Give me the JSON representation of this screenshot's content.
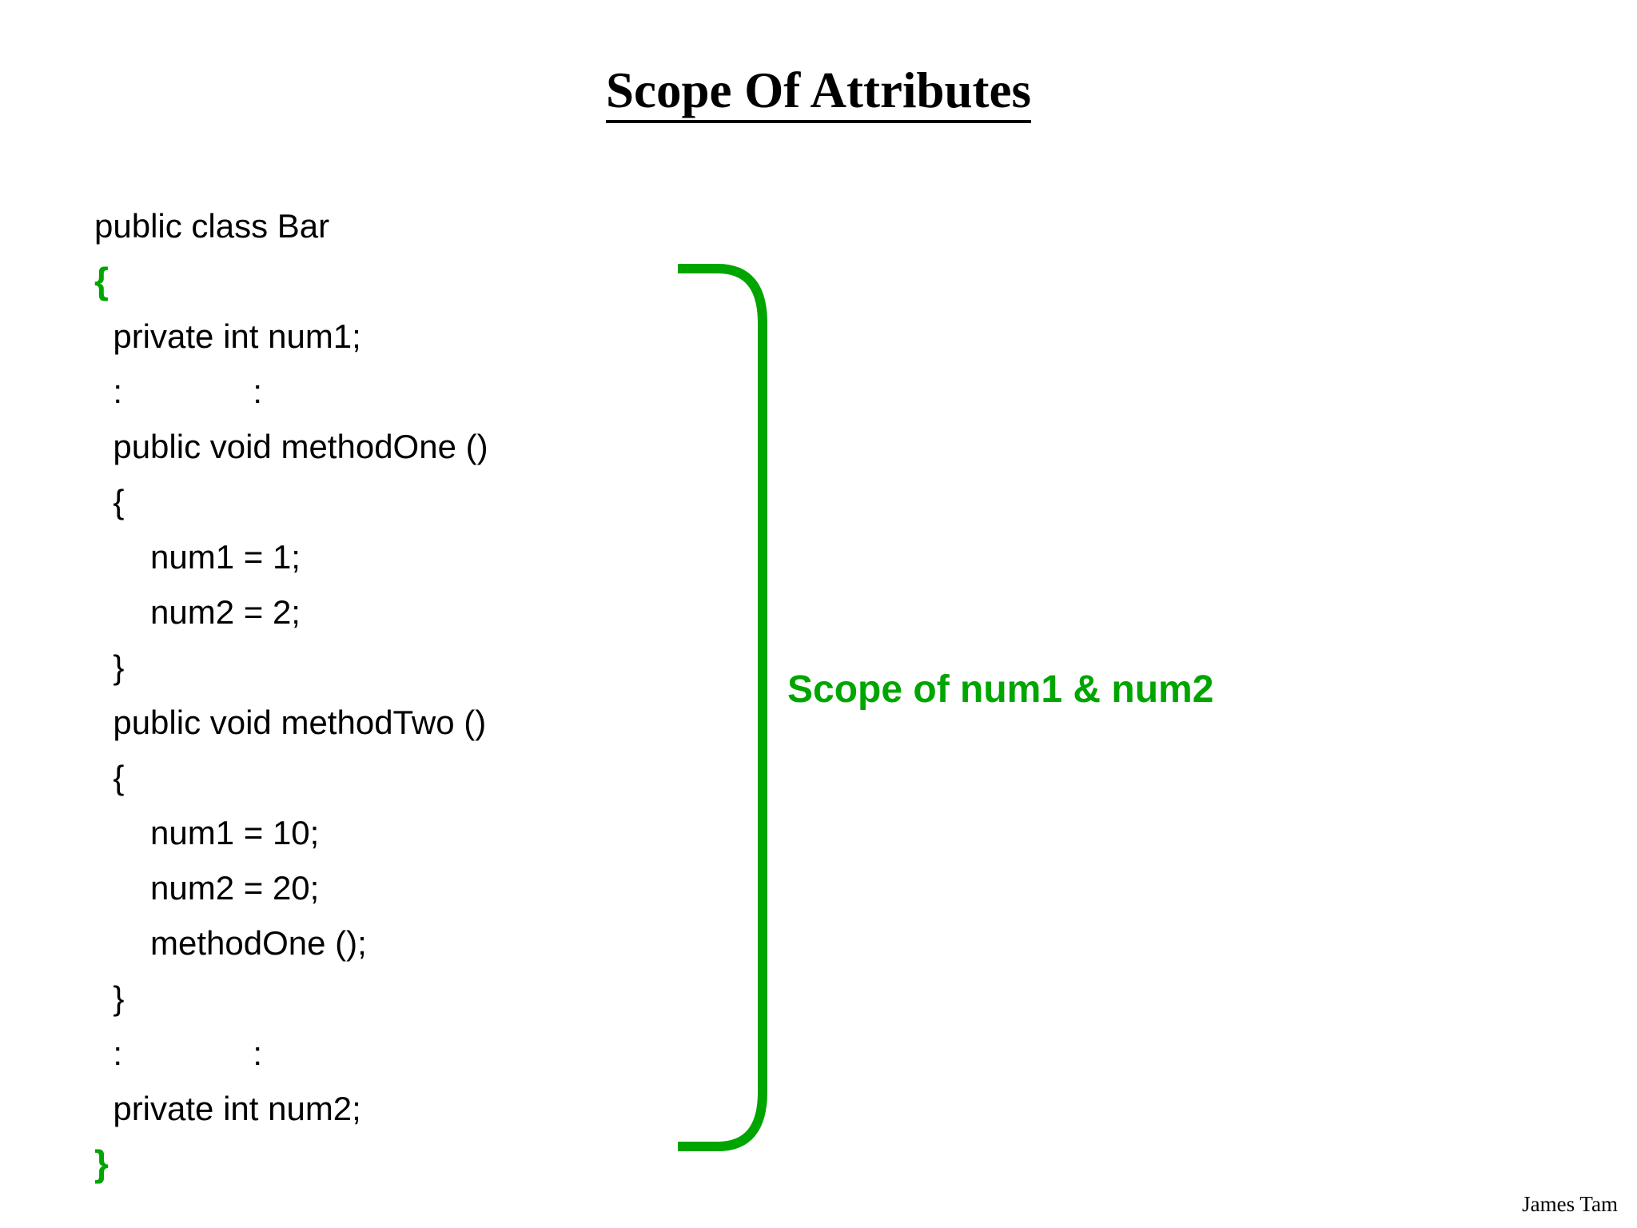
{
  "slide": {
    "title": "Scope Of Attributes",
    "background_color": "#ffffff",
    "text_color": "#000000",
    "accent_color": "#00A500"
  },
  "code": {
    "language": "java",
    "lines": [
      {
        "text": "public class Bar",
        "style": "plain"
      },
      {
        "text": "{",
        "style": "green-brace"
      },
      {
        "text": "  private int num1;",
        "style": "plain"
      },
      {
        "text": "  :              :",
        "style": "plain"
      },
      {
        "text": "  public void methodOne ()",
        "style": "plain"
      },
      {
        "text": "  {",
        "style": "plain"
      },
      {
        "text": "      num1 = 1;",
        "style": "plain"
      },
      {
        "text": "      num2 = 2;",
        "style": "plain"
      },
      {
        "text": "  }",
        "style": "plain"
      },
      {
        "text": "  public void methodTwo ()",
        "style": "plain"
      },
      {
        "text": "  {",
        "style": "plain"
      },
      {
        "text": "      num1 = 10;",
        "style": "plain"
      },
      {
        "text": "      num2 = 20;",
        "style": "plain"
      },
      {
        "text": "      methodOne ();",
        "style": "plain"
      },
      {
        "text": "  }",
        "style": "plain"
      },
      {
        "text": "  :              :",
        "style": "plain"
      },
      {
        "text": "  private int num2;",
        "style": "plain"
      },
      {
        "text": "}",
        "style": "green-brace"
      }
    ]
  },
  "annotation": {
    "scope_label": "Scope of num1 & num2",
    "bracket_color": "#00A500",
    "bracket_icon": "left-curly-bracket-icon"
  },
  "footer": {
    "author": "James Tam"
  }
}
